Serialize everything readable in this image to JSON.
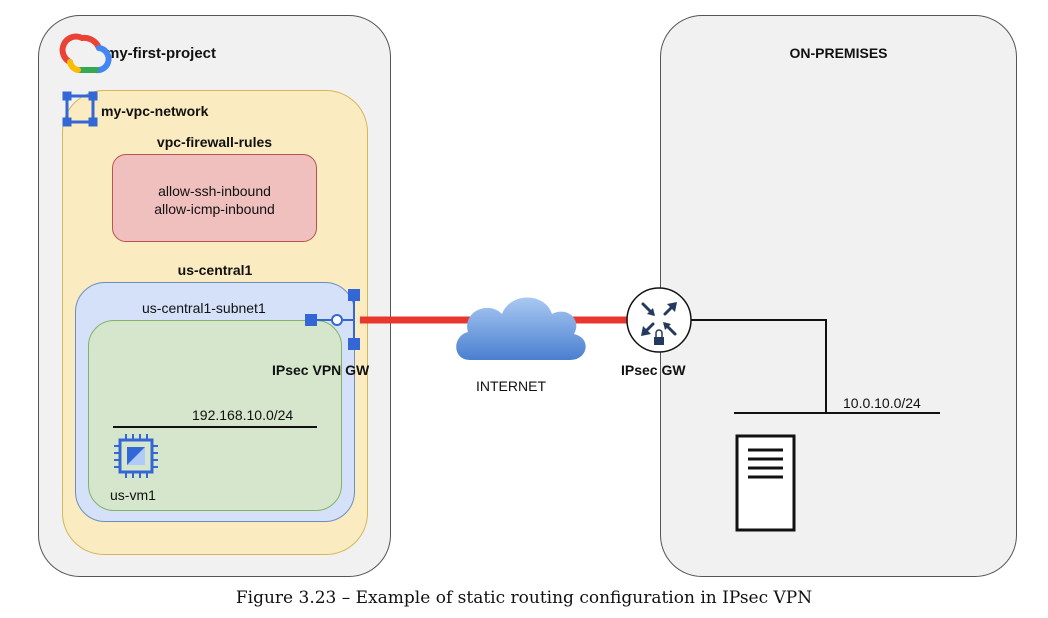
{
  "caption": "Figure 3.23 – Example of static routing configuration in IPsec VPN",
  "gcp": {
    "project_name": "my-first-project",
    "vpc_name": "my-vpc-network",
    "firewall_title": "vpc-firewall-rules",
    "firewall_rules": [
      "allow-ssh-inbound",
      "allow-icmp-inbound"
    ],
    "region_name": "us-central1",
    "subnet_name": "us-central1-subnet1",
    "subnet_cidr": "192.168.10.0/24",
    "vm_name": "us-vm1",
    "vpn_gw_label": "IPsec VPN GW"
  },
  "internet_label": "INTERNET",
  "onprem": {
    "title": "ON-PREMISES",
    "gw_label": "IPsec GW",
    "network_cidr": "10.0.10.0/24"
  },
  "colors": {
    "tunnel": "#e8372e",
    "gcp_blue": "#3367d6",
    "cloud_blue": "#5b8fd8"
  },
  "icons": {
    "gcp_logo": "google-cloud-logo-icon",
    "vpc": "vpc-network-icon",
    "vm": "compute-engine-icon",
    "vpn_gw": "vpn-gateway-icon",
    "internet": "cloud-icon",
    "router": "router-icon",
    "server": "server-icon"
  }
}
